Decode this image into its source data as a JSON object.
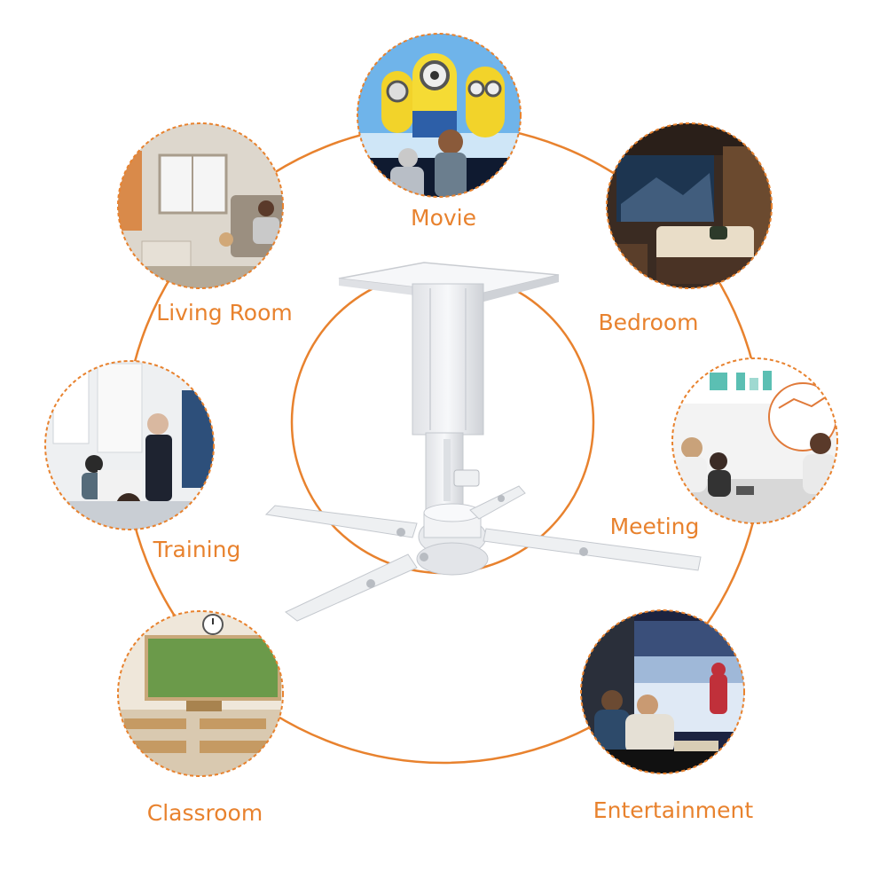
{
  "colors": {
    "accent": "#E8822E",
    "mount": "#EDEEF0",
    "mount_shadow": "#C9CCD1"
  },
  "scenes": [
    {
      "id": "movie",
      "label": "Movie",
      "icon": "minions-cinema-icon"
    },
    {
      "id": "bedroom",
      "label": "Bedroom",
      "icon": "bedroom-theater-icon"
    },
    {
      "id": "meeting",
      "label": "Meeting",
      "icon": "meeting-room-icon"
    },
    {
      "id": "entertainment",
      "label": "Entertainment",
      "icon": "hockey-watching-icon"
    },
    {
      "id": "classroom",
      "label": "Classroom",
      "icon": "classroom-icon"
    },
    {
      "id": "training",
      "label": "Training",
      "icon": "training-session-icon"
    },
    {
      "id": "living_room",
      "label": "Living Room",
      "icon": "living-room-icon"
    }
  ],
  "product": {
    "icon": "projector-ceiling-mount-icon"
  }
}
